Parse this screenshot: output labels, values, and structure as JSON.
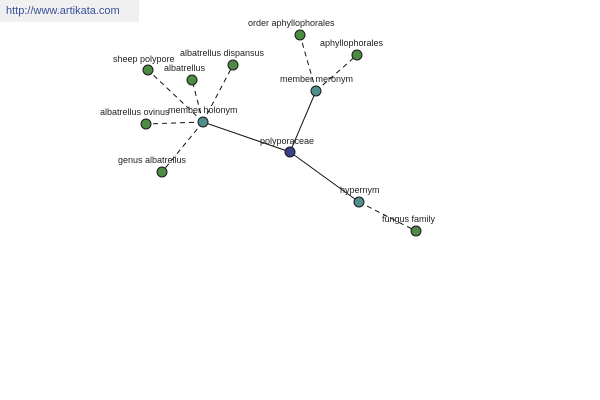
{
  "watermark": "http://www.artikata.com",
  "graph": {
    "nodes": [
      {
        "id": "polyporaceae",
        "label": "polyporaceae",
        "kind": "root",
        "color": "#3c3f8f"
      },
      {
        "id": "member_holonym",
        "label": "member holonym",
        "kind": "relation",
        "color": "#4f8f8f"
      },
      {
        "id": "member_meronym",
        "label": "member meronym",
        "kind": "relation",
        "color": "#4f8f8f"
      },
      {
        "id": "hypernym",
        "label": "hypernym",
        "kind": "relation",
        "color": "#4f8f8f"
      },
      {
        "id": "sheep_polypore",
        "label": "sheep polypore",
        "kind": "leaf",
        "color": "#4d8a43"
      },
      {
        "id": "albatrellus",
        "label": "albatrellus",
        "kind": "leaf",
        "color": "#4d8a43"
      },
      {
        "id": "albatrellus_dispansus",
        "label": "albatrellus dispansus",
        "kind": "leaf",
        "color": "#4d8a43"
      },
      {
        "id": "albatrellus_ovinus",
        "label": "albatrellus ovinus",
        "kind": "leaf",
        "color": "#4d8a43"
      },
      {
        "id": "genus_albatrellus",
        "label": "genus albatrellus",
        "kind": "leaf",
        "color": "#4d8a43"
      },
      {
        "id": "order_aphyllophorales",
        "label": "order aphyllophorales",
        "kind": "leaf",
        "color": "#4d8a43"
      },
      {
        "id": "aphyllophorales",
        "label": "aphyllophorales",
        "kind": "leaf",
        "color": "#4d8a43"
      },
      {
        "id": "fungus_family",
        "label": "fungus family",
        "kind": "leaf",
        "color": "#4d8a43"
      }
    ],
    "edges": [
      {
        "from": "polyporaceae",
        "to": "member_holonym",
        "style": "solid"
      },
      {
        "from": "polyporaceae",
        "to": "member_meronym",
        "style": "solid"
      },
      {
        "from": "polyporaceae",
        "to": "hypernym",
        "style": "solid"
      },
      {
        "from": "member_holonym",
        "to": "sheep_polypore",
        "style": "dashed"
      },
      {
        "from": "member_holonym",
        "to": "albatrellus",
        "style": "dashed"
      },
      {
        "from": "member_holonym",
        "to": "albatrellus_dispansus",
        "style": "dashed"
      },
      {
        "from": "member_holonym",
        "to": "albatrellus_ovinus",
        "style": "dashed"
      },
      {
        "from": "member_holonym",
        "to": "genus_albatrellus",
        "style": "dashed"
      },
      {
        "from": "member_meronym",
        "to": "order_aphyllophorales",
        "style": "dashed"
      },
      {
        "from": "member_meronym",
        "to": "aphyllophorales",
        "style": "dashed"
      },
      {
        "from": "hypernym",
        "to": "fungus_family",
        "style": "dashed"
      }
    ]
  }
}
